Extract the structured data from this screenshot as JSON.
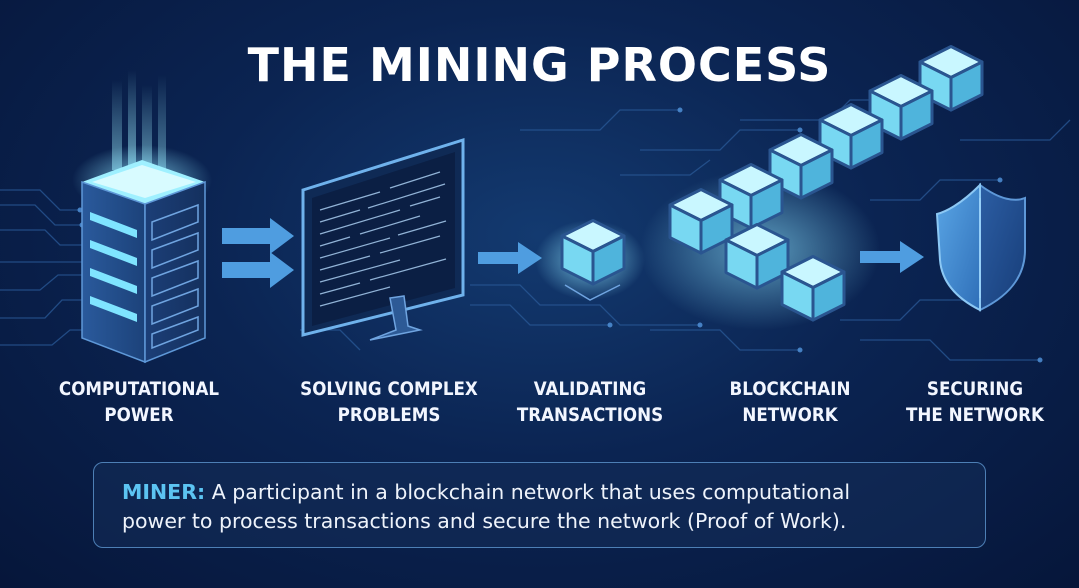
{
  "title": "THE MINING PROCESS",
  "steps": [
    {
      "line1": "COMPUTATIONAL",
      "line2": "POWER",
      "icon": "server-icon"
    },
    {
      "line1": "SOLVING COMPLEX",
      "line2": "PROBLEMS",
      "icon": "monitor-icon"
    },
    {
      "line1": "VALIDATING",
      "line2": "TRANSACTIONS",
      "icon": "cube-icon"
    },
    {
      "line1": "BLOCKCHAIN",
      "line2": "NETWORK",
      "icon": "blockchain-icon"
    },
    {
      "line1": "SECURING",
      "line2": "THE NETWORK",
      "icon": "shield-icon"
    }
  ],
  "definition": {
    "term": "MINER:",
    "line1": "A participant in a blockchain network that uses computational",
    "line2": "power to process transactions and secure the network (Proof of Work)."
  },
  "colors": {
    "background": "#0b2452",
    "accent": "#5cc4f2",
    "glow": "#bdf4ff",
    "cube_top": "#c9f7ff",
    "cube_left": "#78d8f2",
    "cube_right": "#4fb4dc",
    "frame": "#2a5590"
  }
}
